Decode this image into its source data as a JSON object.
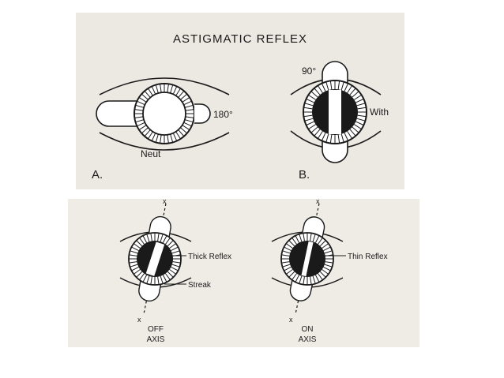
{
  "top_panel": {
    "title": "ASTIGMATIC REFLEX",
    "diagram_a": {
      "letter": "A.",
      "angle": "180°",
      "caption": "Neut"
    },
    "diagram_b": {
      "letter": "B.",
      "angle": "90°",
      "caption": "With"
    }
  },
  "bottom_panel": {
    "left": {
      "axis_mark": "x",
      "axis_mark_bottom": "x",
      "label_reflex": "Thick Reflex",
      "label_streak": "Streak",
      "caption_line1": "OFF",
      "caption_line2": "AXIS"
    },
    "right": {
      "axis_mark": "x",
      "axis_mark_bottom": "x",
      "label_reflex": "Thin Reflex",
      "caption_line1": "ON",
      "caption_line2": "AXIS"
    }
  },
  "colors": {
    "panel_bg": "#ece9e3",
    "ink": "#1a1a1a",
    "page_bg": "#ffffff"
  }
}
